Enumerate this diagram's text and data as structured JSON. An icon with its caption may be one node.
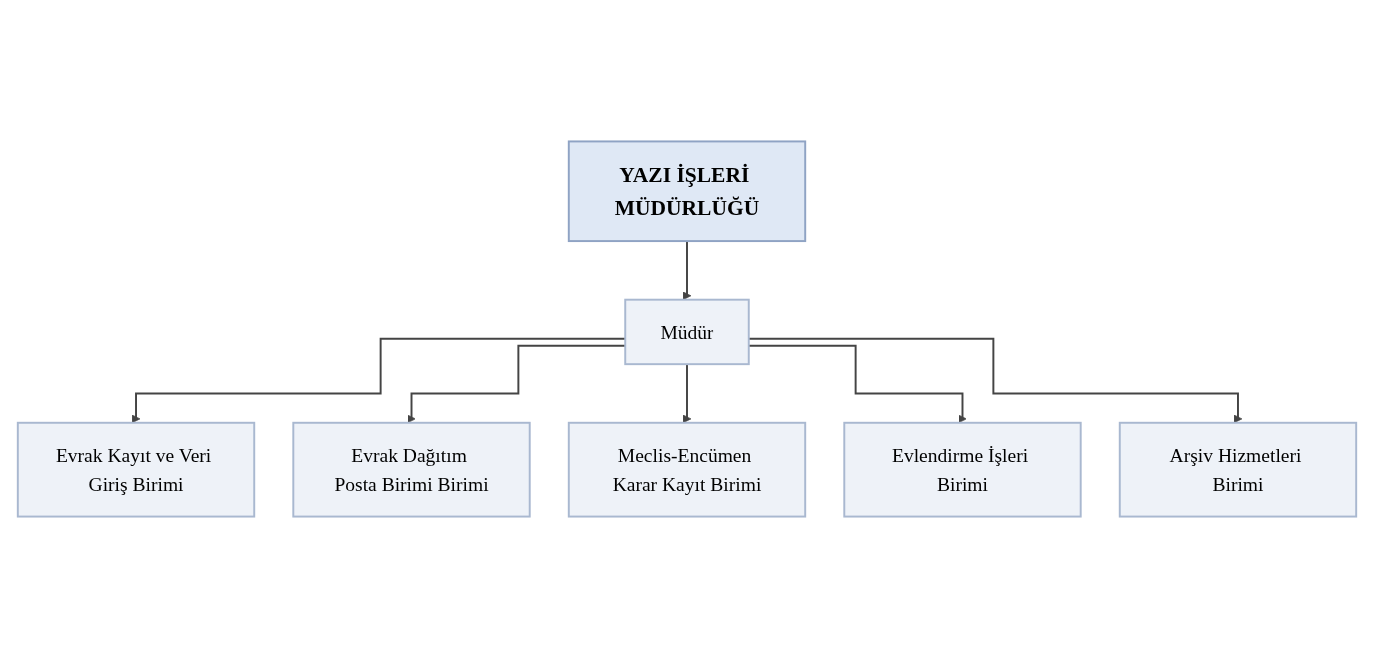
{
  "diagram": {
    "nodes": [
      {
        "text": [
          "YAZI İŞLERİ MÜDÜRLÜĞÜ"
        ]
      },
      {
        "text": [
          "Müdür"
        ]
      },
      {
        "text": [
          "Evrak Kayıt ve Veri Giriş Birimi"
        ]
      },
      {
        "text": [
          "Evrak Dağıtım Posta Birimi Birimi"
        ]
      },
      {
        "text": [
          "Meclis-Encümen Karar Kayıt Birimi"
        ]
      },
      {
        "text": [
          "Evlendirme İşleri Birimi"
        ]
      },
      {
        "text": [
          "Arşiv Hizmetleri Birimi"
        ]
      }
    ],
    "edges": [
      {
        "from": 0,
        "to": 1,
        "arrow": "to"
      },
      {
        "from": 1,
        "to": 2,
        "arrow": "to"
      },
      {
        "from": 1,
        "to": 3,
        "arrow": "to"
      },
      {
        "from": 1,
        "to": 4,
        "arrow": "to"
      },
      {
        "from": 1,
        "to": 5,
        "arrow": "to"
      },
      {
        "from": 1,
        "to": 6,
        "arrow": "to"
      }
    ]
  }
}
